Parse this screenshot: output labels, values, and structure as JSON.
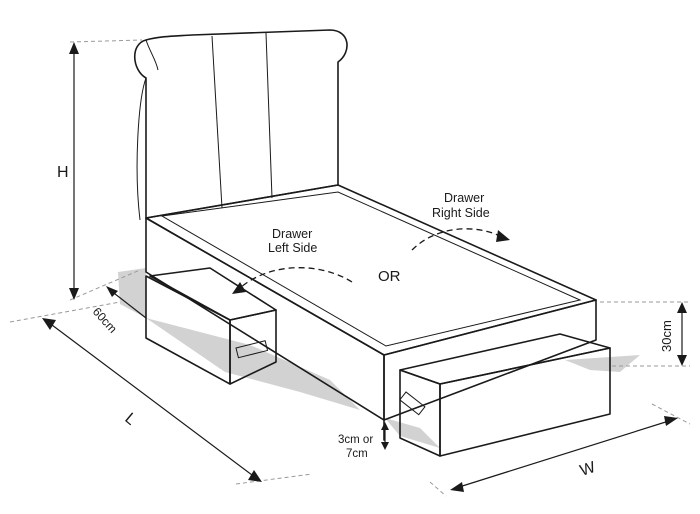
{
  "labels": {
    "height": "H",
    "length": "L",
    "width": "W",
    "drawer_depth": "60cm",
    "drawer_height": "30cm",
    "clearance_line1": "3cm or",
    "clearance_line2": "7cm",
    "drawer_left_line1": "Drawer",
    "drawer_left_line2": "Left Side",
    "drawer_right_line1": "Drawer",
    "drawer_right_line2": "Right Side",
    "or": "OR"
  }
}
